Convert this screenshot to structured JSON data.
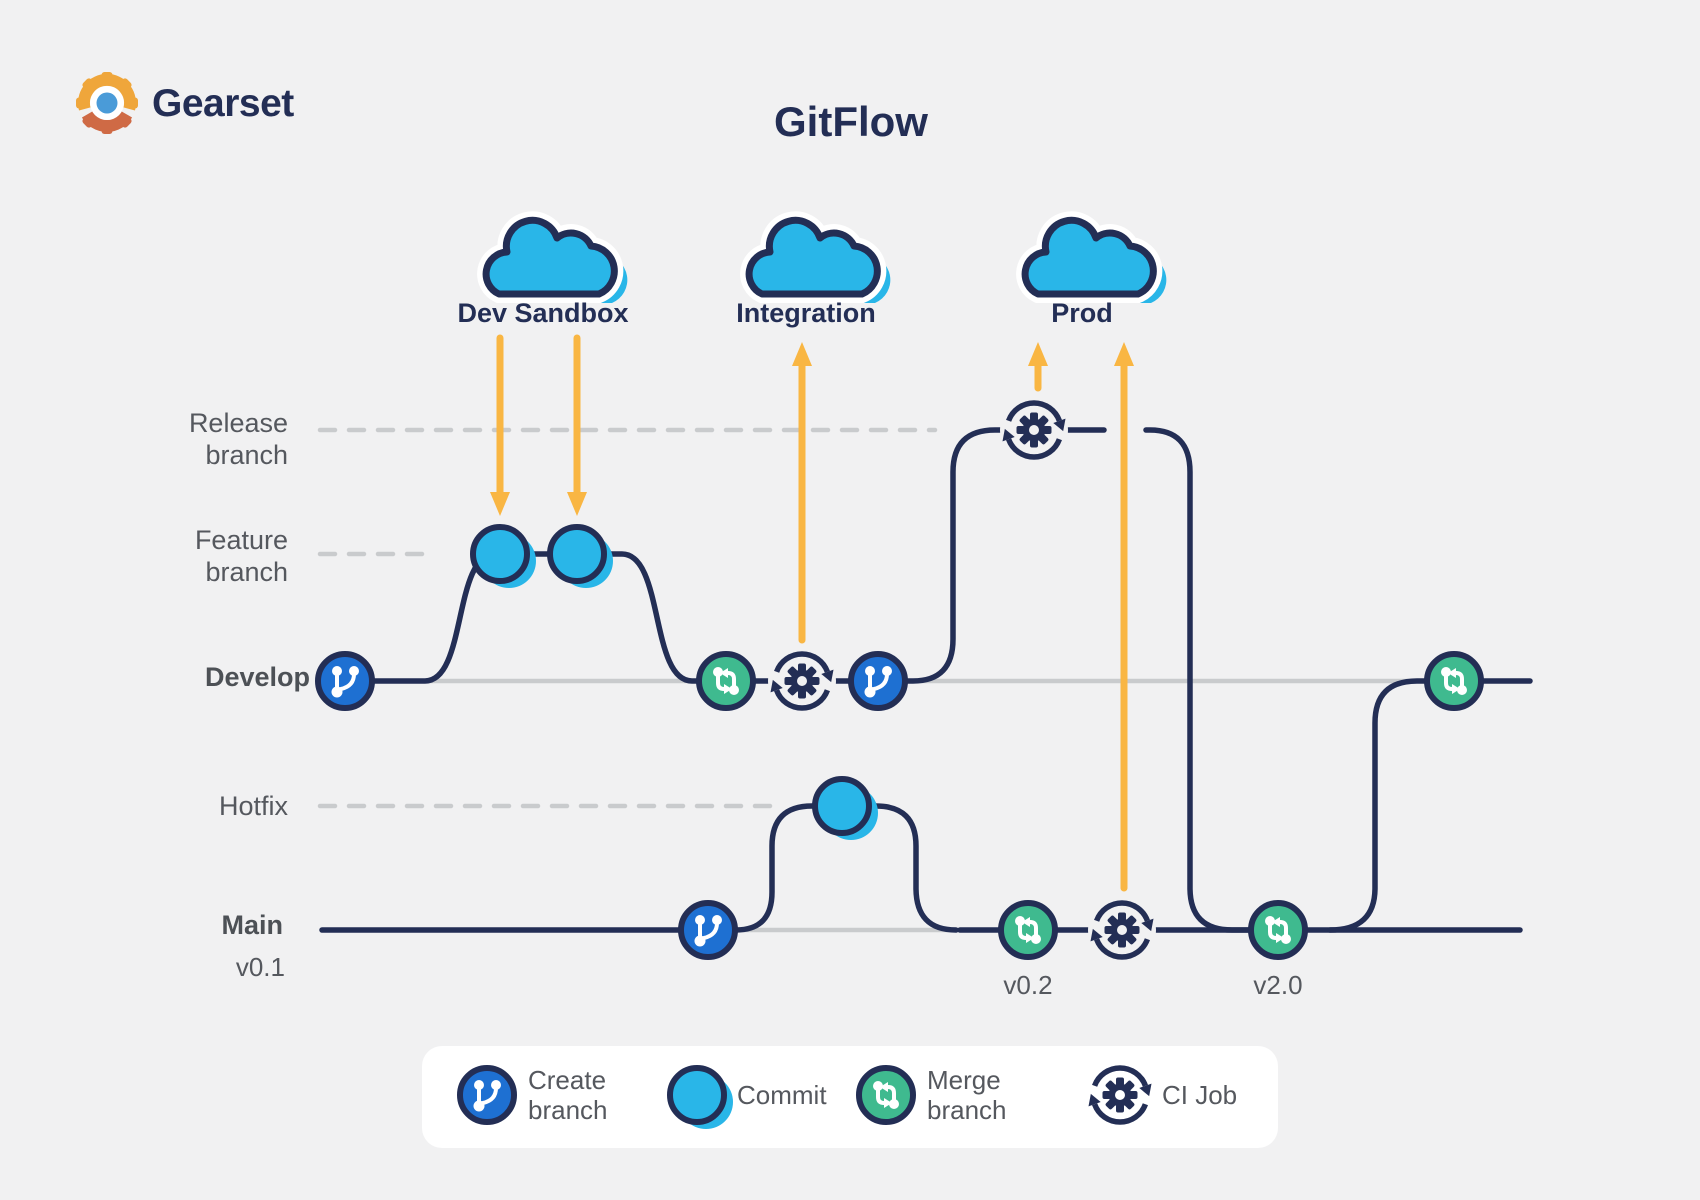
{
  "logo": {
    "text": "Gearset",
    "icon": "gear-logo-icon"
  },
  "title": "GitFlow",
  "clouds": [
    {
      "label": "Dev Sandbox",
      "icon": "cloud-icon"
    },
    {
      "label": "Integration",
      "icon": "cloud-icon"
    },
    {
      "label": "Prod",
      "icon": "cloud-icon"
    }
  ],
  "lanes": {
    "release": "Release branch",
    "feature": "Feature branch",
    "develop": "Develop",
    "hotfix": "Hotfix",
    "main": "Main"
  },
  "tags": {
    "main_start": "v0.1",
    "release_merge": "v0.2",
    "final_merge": "v2.0"
  },
  "legend": [
    {
      "label": "Create branch",
      "icon": "git-branch-icon"
    },
    {
      "label": "Commit",
      "icon": "commit-dot-icon"
    },
    {
      "label": "Merge branch",
      "icon": "merge-arrows-icon"
    },
    {
      "label": "CI Job",
      "icon": "ci-gear-cycle-icon"
    }
  ],
  "colors": {
    "bg": "#f1f1f2",
    "navy": "#232e55",
    "blue": "#1e70d2",
    "cyan": "#29b6e8",
    "green": "#3fba8f",
    "orange": "#f9b643",
    "line-gray": "#c9cbcd",
    "text-gray": "#55585e",
    "text-dark": "#4d5156",
    "logo-gold": "#efa63b",
    "logo-rust": "#cf6a45",
    "logo-blue": "#4a9bd8"
  }
}
